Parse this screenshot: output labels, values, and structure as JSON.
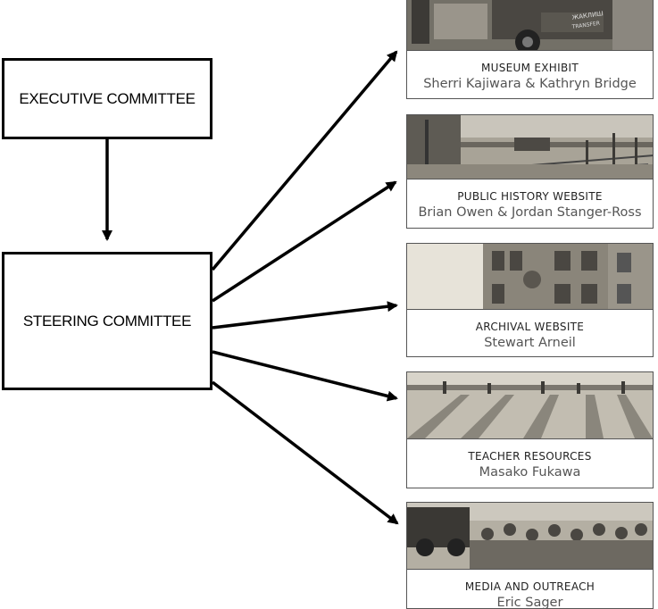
{
  "committees": {
    "executive": "EXECUTIVE COMMITTEE",
    "steering": "STEERING COMMITTEE"
  },
  "projects": [
    {
      "title": "MUSEUM EXHIBIT",
      "people": "Sherri Kajiwara & Kathryn Bridge",
      "photo": "truck"
    },
    {
      "title": "PUBLIC HISTORY WEBSITE",
      "people": "Brian Owen & Jordan Stanger-Ross",
      "photo": "shipyard"
    },
    {
      "title": "ARCHIVAL WEBSITE",
      "people": "Stewart Arneil",
      "photo": "building"
    },
    {
      "title": "TEACHER RESOURCES",
      "people": "Masako Fukawa",
      "photo": "field"
    },
    {
      "title": "MEDIA AND OUTREACH",
      "people": "Eric Sager",
      "photo": "crowd"
    }
  ],
  "colors": {
    "line": "#000000",
    "photo_sepia": "#8a8172",
    "card_border": "#555555"
  }
}
